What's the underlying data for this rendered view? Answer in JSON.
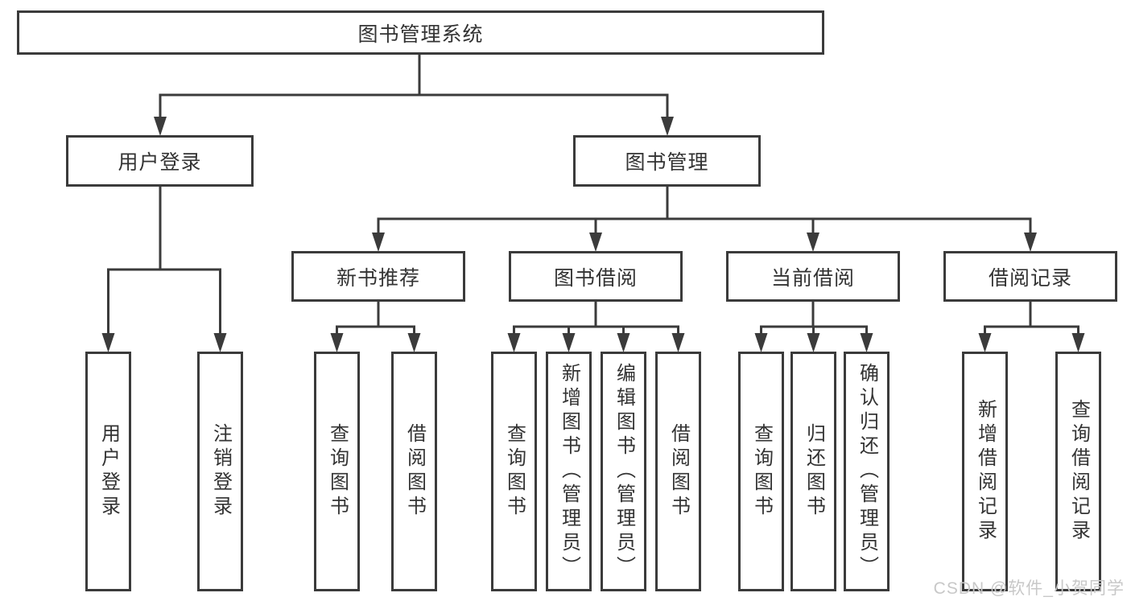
{
  "diagram": {
    "type": "hierarchy-tree",
    "root": {
      "label": "图书管理系统",
      "children": [
        {
          "label": "用户登录",
          "children": [
            {
              "label": "用户登录"
            },
            {
              "label": "注销登录"
            }
          ]
        },
        {
          "label": "图书管理",
          "children": [
            {
              "label": "新书推荐",
              "children": [
                {
                  "label": "查询图书"
                },
                {
                  "label": "借阅图书"
                }
              ]
            },
            {
              "label": "图书借阅",
              "children": [
                {
                  "label": "查询图书"
                },
                {
                  "label": "新增图书（管理员）"
                },
                {
                  "label": "编辑图书（管理员）"
                },
                {
                  "label": "借阅图书"
                }
              ]
            },
            {
              "label": "当前借阅",
              "children": [
                {
                  "label": "查询图书"
                },
                {
                  "label": "归还图书"
                },
                {
                  "label": "确认归还（管理员）"
                }
              ]
            },
            {
              "label": "借阅记录",
              "children": [
                {
                  "label": "新增借阅记录"
                },
                {
                  "label": "查询借阅记录"
                }
              ]
            }
          ]
        }
      ]
    },
    "colors": {
      "line": "#3b3b3b",
      "text": "#333333",
      "background": "#ffffff",
      "watermark_text": "#c8c8c8"
    }
  },
  "watermark": {
    "text": "CSDN @软件_小贺同学"
  }
}
